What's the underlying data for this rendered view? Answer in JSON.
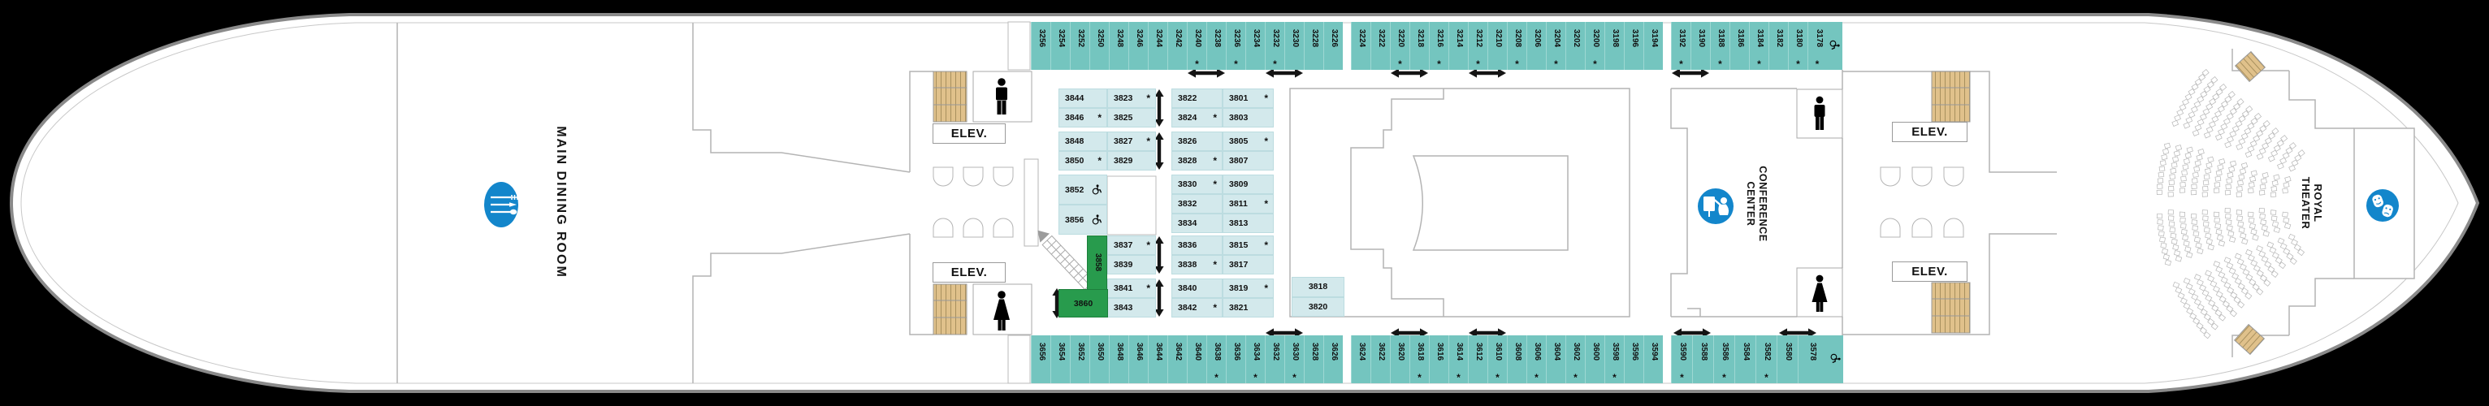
{
  "labels": {
    "main_dining_room": "MAIN DINING ROOM",
    "elevator": "ELEV.",
    "conference_center_line1": "CONFERENCE",
    "conference_center_line2": "CENTER",
    "royal_theater_line1": "ROYAL",
    "royal_theater_line2": "THEATER"
  },
  "colors": {
    "teal_cabin": "#74c5bf",
    "light_cabin": "#d3e9ec",
    "green_cabin": "#289b4d",
    "stairs_tan": "#e0c18b",
    "icon_blue": "#1386cb",
    "wall_gray": "#b4b4b4",
    "hull_gray": "#8a8a8a"
  },
  "icons": {
    "dining": "fork-knife-spoon-icon",
    "conference": "presenter-icon",
    "theater": "comedy-tragedy-masks-icon",
    "restroom_left_top": "man-icon",
    "restroom_left_bottom": "woman-icon",
    "restroom_conference_top": "man-icon",
    "restroom_conference_bottom": "woman-icon",
    "accessible": "wheelchair-icon",
    "stairs": "stairs-treads",
    "connecting": "double-arrow-icon"
  },
  "rows": {
    "top": {
      "groups": [
        {
          "id": "t1",
          "cabins": [
            {
              "num": "3256"
            },
            {
              "num": "3254"
            },
            {
              "num": "3252"
            },
            {
              "num": "3250"
            },
            {
              "num": "3248"
            },
            {
              "num": "3246"
            },
            {
              "num": "3244"
            },
            {
              "num": "3242"
            },
            {
              "num": "3240",
              "star": true
            },
            {
              "num": "3238"
            },
            {
              "num": "3236",
              "star": true
            },
            {
              "num": "3234"
            },
            {
              "num": "3232",
              "star": true
            },
            {
              "num": "3230"
            },
            {
              "num": "3228"
            },
            {
              "num": "3226"
            }
          ]
        },
        {
          "id": "t2",
          "cabins": [
            {
              "num": "3224"
            },
            {
              "num": "3222"
            },
            {
              "num": "3220",
              "star": true
            },
            {
              "num": "3218"
            },
            {
              "num": "3216",
              "star": true
            },
            {
              "num": "3214"
            },
            {
              "num": "3212",
              "star": true
            },
            {
              "num": "3210"
            },
            {
              "num": "3208",
              "star": true
            },
            {
              "num": "3206"
            },
            {
              "num": "3204",
              "star": true
            },
            {
              "num": "3202"
            },
            {
              "num": "3200",
              "star": true
            },
            {
              "num": "3198"
            },
            {
              "num": "3196"
            },
            {
              "num": "3194"
            }
          ]
        },
        {
          "id": "t3",
          "cabins": [
            {
              "num": "3192",
              "star": true
            },
            {
              "num": "3190"
            },
            {
              "num": "3188",
              "star": true
            },
            {
              "num": "3186"
            },
            {
              "num": "3184",
              "star": true
            },
            {
              "num": "3182"
            },
            {
              "num": "3180",
              "star": true
            },
            {
              "num": "3178",
              "star": true,
              "accessible": true
            }
          ]
        }
      ],
      "arrows_after": [
        "3240",
        "3232",
        "3220",
        "3212",
        "3192"
      ]
    },
    "bottom": {
      "groups": [
        {
          "id": "b1",
          "cabins": [
            {
              "num": "3656"
            },
            {
              "num": "3654"
            },
            {
              "num": "3652"
            },
            {
              "num": "3650"
            },
            {
              "num": "3648"
            },
            {
              "num": "3646"
            },
            {
              "num": "3644"
            },
            {
              "num": "3642"
            },
            {
              "num": "3640"
            },
            {
              "num": "3638",
              "star": true
            },
            {
              "num": "3636"
            },
            {
              "num": "3634",
              "star": true
            },
            {
              "num": "3632"
            },
            {
              "num": "3630",
              "star": true
            },
            {
              "num": "3628"
            },
            {
              "num": "3626"
            }
          ]
        },
        {
          "id": "b2",
          "cabins": [
            {
              "num": "3624"
            },
            {
              "num": "3622"
            },
            {
              "num": "3620"
            },
            {
              "num": "3618",
              "star": true
            },
            {
              "num": "3616"
            },
            {
              "num": "3614",
              "star": true
            },
            {
              "num": "3612"
            },
            {
              "num": "3610",
              "star": true
            },
            {
              "num": "3608"
            },
            {
              "num": "3606",
              "star": true
            },
            {
              "num": "3604"
            },
            {
              "num": "3602",
              "star": true
            },
            {
              "num": "3600"
            },
            {
              "num": "3598",
              "star": true
            },
            {
              "num": "3596"
            },
            {
              "num": "3594"
            }
          ]
        },
        {
          "id": "b3",
          "cabins": [
            {
              "num": "3590",
              "star": true
            },
            {
              "num": "3588"
            },
            {
              "num": "3586",
              "star": true
            },
            {
              "num": "3584"
            },
            {
              "num": "3582",
              "star": true
            },
            {
              "num": "3580"
            },
            {
              "num": "3578",
              "accessible": true
            }
          ]
        }
      ],
      "arrows_after": [
        "3632",
        "3620",
        "3612",
        "3590",
        "3580"
      ]
    }
  },
  "mid_left": {
    "groups": [
      {
        "col1": [
          {
            "num": "3844"
          },
          {
            "num": "3846",
            "star": true
          }
        ],
        "col2": [
          {
            "num": "3823",
            "star": true
          },
          {
            "num": "3825"
          }
        ],
        "arrow": true
      },
      {
        "col1": [
          {
            "num": "3848"
          },
          {
            "num": "3850",
            "star": true
          }
        ],
        "col2": [
          {
            "num": "3827",
            "star": true
          },
          {
            "num": "3829"
          }
        ],
        "arrow": true
      },
      {
        "col1": [
          {
            "num": "3852",
            "accessible": true
          },
          {
            "num": "3856",
            "accessible": true
          }
        ],
        "col2": null,
        "arrow": false
      },
      {
        "col1": null,
        "col2": [
          {
            "num": "3837",
            "star": true
          },
          {
            "num": "3839"
          }
        ],
        "arrow": true
      },
      {
        "col1": null,
        "col2": [
          {
            "num": "3841",
            "star": true
          },
          {
            "num": "3843"
          }
        ],
        "arrow": true
      }
    ],
    "green": {
      "vertical": "3858",
      "horizontal": "3860"
    }
  },
  "mid_right": {
    "groups": [
      {
        "even": [
          {
            "num": "3822"
          },
          {
            "num": "3824",
            "star": true
          }
        ],
        "odd": [
          {
            "num": "3801",
            "star": true
          },
          {
            "num": "3803"
          }
        ]
      },
      {
        "even": [
          {
            "num": "3826"
          },
          {
            "num": "3828",
            "star": true
          }
        ],
        "odd": [
          {
            "num": "3805",
            "star": true
          },
          {
            "num": "3807"
          }
        ]
      },
      {
        "even": [
          {
            "num": "3830",
            "star": true
          },
          {
            "num": "3832"
          },
          {
            "num": "3834"
          }
        ],
        "odd": [
          {
            "num": "3809"
          },
          {
            "num": "3811",
            "star": true
          },
          {
            "num": "3813"
          }
        ]
      },
      {
        "even": [
          {
            "num": "3836"
          },
          {
            "num": "3838",
            "star": true
          }
        ],
        "odd": [
          {
            "num": "3815",
            "star": true
          },
          {
            "num": "3817"
          }
        ]
      },
      {
        "even": [
          {
            "num": "3840"
          },
          {
            "num": "3842",
            "star": true
          }
        ],
        "odd": [
          {
            "num": "3819",
            "star": true
          },
          {
            "num": "3821"
          }
        ]
      }
    ]
  },
  "annex": {
    "cabins": [
      {
        "num": "3818"
      },
      {
        "num": "3820"
      }
    ]
  }
}
